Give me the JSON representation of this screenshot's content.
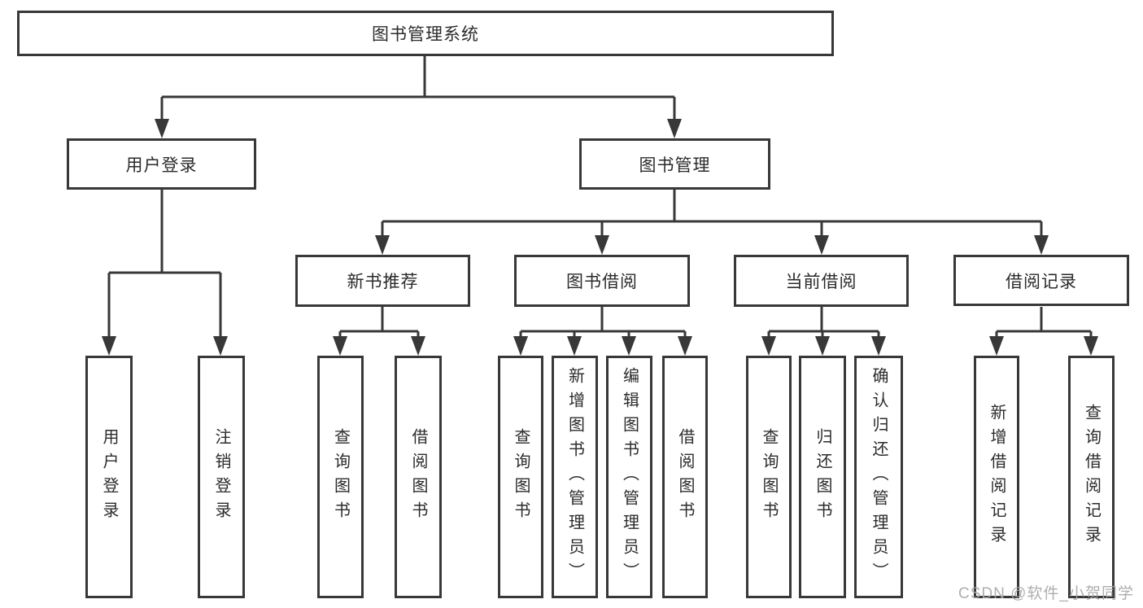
{
  "root": {
    "label": "图书管理系统"
  },
  "level2": {
    "user_login": {
      "label": "用户登录"
    },
    "book_mgmt": {
      "label": "图书管理"
    }
  },
  "level3": {
    "new_books": {
      "label": "新书推荐"
    },
    "book_borrow": {
      "label": "图书借阅"
    },
    "current_borrow": {
      "label": "当前借阅"
    },
    "borrow_records": {
      "label": "借阅记录"
    }
  },
  "leaves": {
    "user_login": [
      "用户登录",
      "注销登录"
    ],
    "new_books": [
      "查询图书",
      "借阅图书"
    ],
    "book_borrow": [
      "查询图书",
      "新增图书（管理员）",
      "编辑图书（管理员）",
      "借阅图书"
    ],
    "current_borrow": [
      "查询图书",
      "归还图书",
      "确认归还（管理员）"
    ],
    "borrow_records": [
      "新增借阅记录",
      "查询借阅记录"
    ]
  },
  "watermark": "CSDN @软件_小贺同学",
  "colors": {
    "line": "#383838",
    "box_border": "#383838",
    "text": "#2b2b2b",
    "watermark": "#a8a8a8",
    "background": "#ffffff"
  }
}
